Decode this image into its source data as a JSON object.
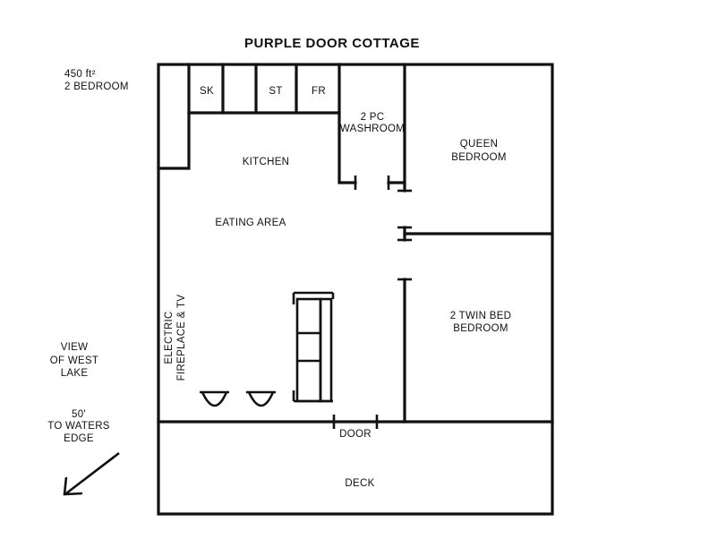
{
  "title": "PURPLE DOOR COTTAGE",
  "info": {
    "area": "450 ft²",
    "bedrooms": "2 BEDROOM"
  },
  "rooms": {
    "sk": "SK",
    "st": "ST",
    "fr": "FR",
    "washroom_1": "2 PC",
    "washroom_2": "WASHROOM",
    "kitchen": "KITCHEN",
    "eating_area": "EATING AREA",
    "queen_1": "QUEEN",
    "queen_2": "BEDROOM",
    "twin_1": "2 TWIN BED",
    "twin_2": "BEDROOM",
    "fireplace_1": "ELECTRIC",
    "fireplace_2": "FIREPLACE & TV",
    "door": "DOOR",
    "deck": "DECK"
  },
  "view": {
    "line1": "VIEW",
    "line2": "OF WEST",
    "line3": "LAKE"
  },
  "distance": {
    "line1": "50'",
    "line2": "TO WATERS",
    "line3": "EDGE"
  },
  "icons": {
    "arrow": "arrow-southwest-icon"
  }
}
